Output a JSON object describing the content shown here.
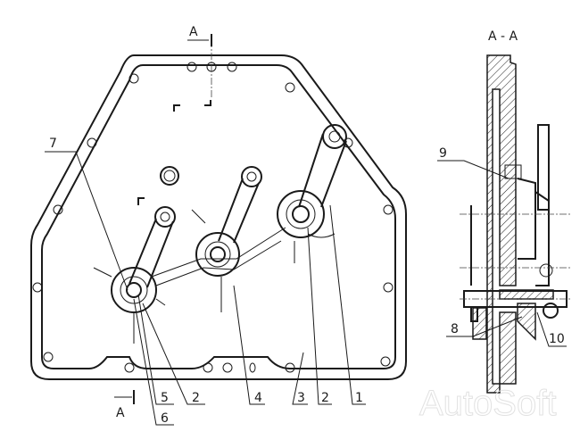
{
  "section_marks": {
    "top": "A",
    "bottom": "A"
  },
  "section_view_title": "A - A",
  "callouts": {
    "main": [
      "7",
      "5",
      "6",
      "2",
      "4",
      "3",
      "2",
      "1"
    ],
    "section": [
      "9",
      "8",
      "10"
    ]
  },
  "watermark": "AutoSoft"
}
